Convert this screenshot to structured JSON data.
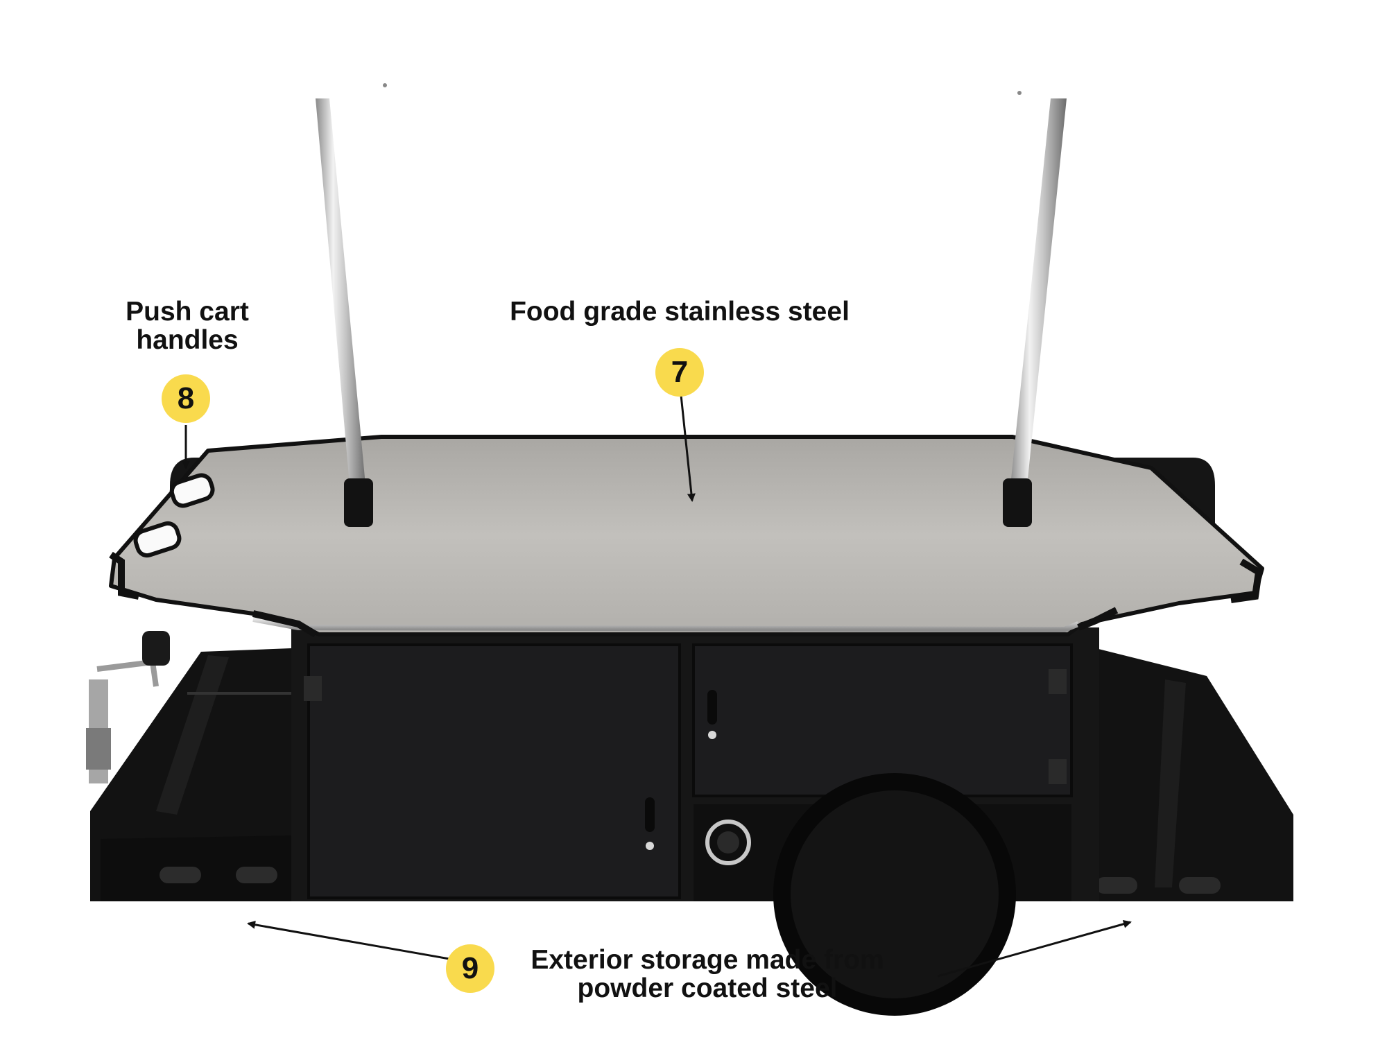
{
  "callouts": {
    "steel": {
      "number": "7",
      "title": "Food grade stainless steel"
    },
    "handles": {
      "number": "8",
      "title_line1": "Push cart",
      "title_line2": "handles"
    },
    "storage": {
      "number": "9",
      "title_line1": "Exterior storage made from",
      "title_line2": "powder coated steel"
    }
  },
  "colors": {
    "badge": "#f9da4d",
    "text": "#111111",
    "cart_body": "#161616",
    "steel_top": "#b9b7b3",
    "pole": "#c9c9c9"
  }
}
